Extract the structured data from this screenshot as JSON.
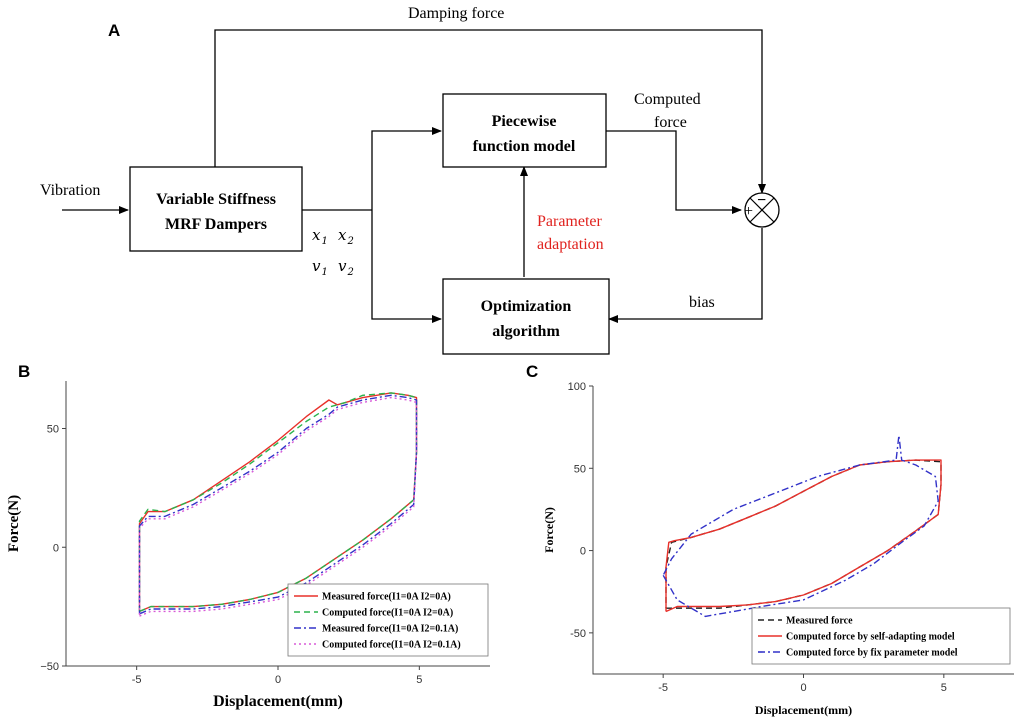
{
  "diagram": {
    "panel_label": "A",
    "damping_force": "Damping force",
    "vibration": "Vibration",
    "damper_line1": "Variable Stiffness",
    "damper_line2": "MRF Dampers",
    "model_line1": "Piecewise",
    "model_line2": "function model",
    "computed_line1": "Computed",
    "computed_line2": "force",
    "param_line1": "Parameter",
    "param_line2": "adaptation",
    "opt_line1": "Optimization",
    "opt_line2": "algorithm",
    "bias": "bias",
    "var_x": "x",
    "var_v": "v",
    "sub1": "1",
    "sub2": "2",
    "plus_sign": "+",
    "minus_sign": "−",
    "param_color": "#e0221e"
  },
  "chart_data": [
    {
      "panel_label": "B",
      "type": "line",
      "xlabel": "Displacement(mm)",
      "ylabel": "Force(N)",
      "xlim": [
        -7.5,
        7.5
      ],
      "ylim": [
        -50,
        70
      ],
      "xticks": [
        -5,
        0,
        5
      ],
      "xtick_labels": [
        "-5",
        "0",
        "5"
      ],
      "yticks": [
        -50,
        0,
        50
      ],
      "ytick_labels": [
        "−50",
        "0",
        "50"
      ],
      "legend_position": "bottom-right",
      "series": [
        {
          "name": "Measured force(I1=0A I2=0A)",
          "color": "#e8302a",
          "dash": "solid",
          "points": [
            [
              -4.9,
              -27
            ],
            [
              -4.5,
              -25
            ],
            [
              -3,
              -25
            ],
            [
              -2,
              -24
            ],
            [
              -1,
              -22
            ],
            [
              0,
              -19
            ],
            [
              1,
              -13
            ],
            [
              2,
              -5
            ],
            [
              3,
              3
            ],
            [
              4,
              12
            ],
            [
              4.8,
              20
            ],
            [
              4.9,
              40
            ],
            [
              4.9,
              63
            ],
            [
              4.6,
              64
            ],
            [
              4,
              65
            ],
            [
              3,
              63
            ],
            [
              2.1,
              60
            ],
            [
              1.8,
              62
            ],
            [
              1,
              55
            ],
            [
              0,
              45
            ],
            [
              -1,
              36
            ],
            [
              -2,
              28
            ],
            [
              -3,
              20
            ],
            [
              -4,
              15
            ],
            [
              -4.6,
              15
            ],
            [
              -4.9,
              10
            ],
            [
              -4.9,
              -20
            ],
            [
              -4.9,
              -27
            ]
          ]
        },
        {
          "name": "Computed force(I1=0A I2=0A)",
          "color": "#2bb24c",
          "dash": "dashed",
          "points": [
            [
              -4.9,
              -27
            ],
            [
              -4.5,
              -25
            ],
            [
              -3,
              -25
            ],
            [
              -2,
              -24
            ],
            [
              -1,
              -22
            ],
            [
              0,
              -19
            ],
            [
              1,
              -13
            ],
            [
              2,
              -5
            ],
            [
              3,
              3
            ],
            [
              4,
              12
            ],
            [
              4.8,
              20
            ],
            [
              4.9,
              40
            ],
            [
              4.9,
              63
            ],
            [
              4.6,
              64
            ],
            [
              4,
              65
            ],
            [
              3,
              64
            ],
            [
              2.4,
              61
            ],
            [
              1.8,
              59
            ],
            [
              1,
              53
            ],
            [
              0,
              44
            ],
            [
              -1,
              35
            ],
            [
              -2,
              27
            ],
            [
              -3,
              20
            ],
            [
              -4,
              15
            ],
            [
              -4.6,
              16
            ],
            [
              -4.9,
              11
            ],
            [
              -4.9,
              -20
            ],
            [
              -4.9,
              -27
            ]
          ]
        },
        {
          "name": "Measured force(I1=0A I2=0.1A)",
          "color": "#3232c8",
          "dash": "dashdot",
          "points": [
            [
              -4.9,
              -28
            ],
            [
              -4.5,
              -26
            ],
            [
              -3,
              -26
            ],
            [
              -2,
              -25
            ],
            [
              -1,
              -23
            ],
            [
              0,
              -21
            ],
            [
              1,
              -15
            ],
            [
              2,
              -7
            ],
            [
              3,
              1
            ],
            [
              4,
              10
            ],
            [
              4.8,
              18
            ],
            [
              4.9,
              40
            ],
            [
              4.9,
              62
            ],
            [
              4.6,
              63
            ],
            [
              4,
              64
            ],
            [
              3,
              62
            ],
            [
              2.1,
              59
            ],
            [
              1.8,
              56
            ],
            [
              1,
              50
            ],
            [
              0,
              40
            ],
            [
              -1,
              32
            ],
            [
              -2,
              25
            ],
            [
              -3,
              18
            ],
            [
              -4,
              13
            ],
            [
              -4.6,
              13
            ],
            [
              -4.9,
              9
            ],
            [
              -4.9,
              -20
            ],
            [
              -4.9,
              -28
            ]
          ]
        },
        {
          "name": "Computed force(I1=0A I2=0.1A)",
          "color": "#d85ad8",
          "dash": "dotted",
          "points": [
            [
              -4.9,
              -29
            ],
            [
              -4.5,
              -27
            ],
            [
              -3,
              -27
            ],
            [
              -2,
              -26
            ],
            [
              -1,
              -24
            ],
            [
              0,
              -22
            ],
            [
              1,
              -16
            ],
            [
              2,
              -8
            ],
            [
              3,
              0
            ],
            [
              4,
              9
            ],
            [
              4.8,
              17
            ],
            [
              4.9,
              40
            ],
            [
              4.9,
              61
            ],
            [
              4.6,
              62
            ],
            [
              4,
              63
            ],
            [
              3,
              61
            ],
            [
              2.1,
              58
            ],
            [
              1.8,
              55
            ],
            [
              1,
              49
            ],
            [
              0,
              39
            ],
            [
              -1,
              31
            ],
            [
              -2,
              24
            ],
            [
              -3,
              17
            ],
            [
              -4,
              12
            ],
            [
              -4.6,
              12
            ],
            [
              -4.9,
              8
            ],
            [
              -4.9,
              -20
            ],
            [
              -4.9,
              -29
            ]
          ]
        }
      ]
    },
    {
      "panel_label": "C",
      "type": "line",
      "xlabel": "Displacement(mm)",
      "ylabel": "Force(N)",
      "xlim": [
        -7.5,
        7.5
      ],
      "ylim": [
        -75,
        100
      ],
      "xticks": [
        -5,
        0,
        5
      ],
      "xtick_labels": [
        "-5",
        "0",
        "5"
      ],
      "yticks": [
        -50,
        0,
        50,
        100
      ],
      "ytick_labels": [
        "-50",
        "0",
        "50",
        "100"
      ],
      "legend_position": "bottom-right",
      "series": [
        {
          "name": "Measured force",
          "color": "#222222",
          "dash": "dashed",
          "points": [
            [
              -4.9,
              -35
            ],
            [
              -4,
              -35
            ],
            [
              -3,
              -35
            ],
            [
              -2,
              -33
            ],
            [
              -1,
              -31
            ],
            [
              0,
              -27
            ],
            [
              1,
              -20
            ],
            [
              2,
              -10
            ],
            [
              3,
              0
            ],
            [
              4,
              12
            ],
            [
              4.8,
              22
            ],
            [
              4.9,
              40
            ],
            [
              4.9,
              54
            ],
            [
              4,
              55
            ],
            [
              3,
              54
            ],
            [
              2,
              52
            ],
            [
              1,
              45
            ],
            [
              0,
              36
            ],
            [
              -1,
              27
            ],
            [
              -2,
              20
            ],
            [
              -3,
              13
            ],
            [
              -4,
              8
            ],
            [
              -4.7,
              5
            ],
            [
              -4.9,
              -10
            ],
            [
              -4.9,
              -35
            ]
          ]
        },
        {
          "name": "Computed force by self-adapting model",
          "color": "#e8302a",
          "dash": "solid",
          "points": [
            [
              -4.9,
              -37
            ],
            [
              -4.5,
              -34
            ],
            [
              -3,
              -34
            ],
            [
              -2,
              -33
            ],
            [
              -1,
              -31
            ],
            [
              0,
              -27
            ],
            [
              1,
              -20
            ],
            [
              2,
              -10
            ],
            [
              3,
              0
            ],
            [
              4,
              12
            ],
            [
              4.8,
              22
            ],
            [
              4.9,
              40
            ],
            [
              4.9,
              55
            ],
            [
              4,
              55
            ],
            [
              3,
              54
            ],
            [
              2,
              52
            ],
            [
              1,
              45
            ],
            [
              0,
              36
            ],
            [
              -1,
              27
            ],
            [
              -2,
              20
            ],
            [
              -3,
              13
            ],
            [
              -4,
              8
            ],
            [
              -4.6,
              6
            ],
            [
              -4.8,
              5
            ],
            [
              -4.9,
              -10
            ],
            [
              -4.9,
              -37
            ]
          ]
        },
        {
          "name": "Computed force by fix parameter model",
          "color": "#3232c8",
          "dash": "dashdot",
          "points": [
            [
              -5,
              -15
            ],
            [
              -4.5,
              -30
            ],
            [
              -3.5,
              -40
            ],
            [
              -2.5,
              -37
            ],
            [
              -1.5,
              -34
            ],
            [
              0,
              -30
            ],
            [
              1.5,
              -18
            ],
            [
              2.5,
              -8
            ],
            [
              3.5,
              5
            ],
            [
              4.3,
              15
            ],
            [
              4.8,
              30
            ],
            [
              4.7,
              45
            ],
            [
              4,
              52
            ],
            [
              3.5,
              55
            ],
            [
              3.4,
              70
            ],
            [
              3.3,
              55
            ],
            [
              2,
              52
            ],
            [
              0.5,
              45
            ],
            [
              -1,
              35
            ],
            [
              -2.5,
              25
            ],
            [
              -4,
              10
            ],
            [
              -4.7,
              -5
            ],
            [
              -5,
              -15
            ]
          ]
        }
      ]
    }
  ]
}
